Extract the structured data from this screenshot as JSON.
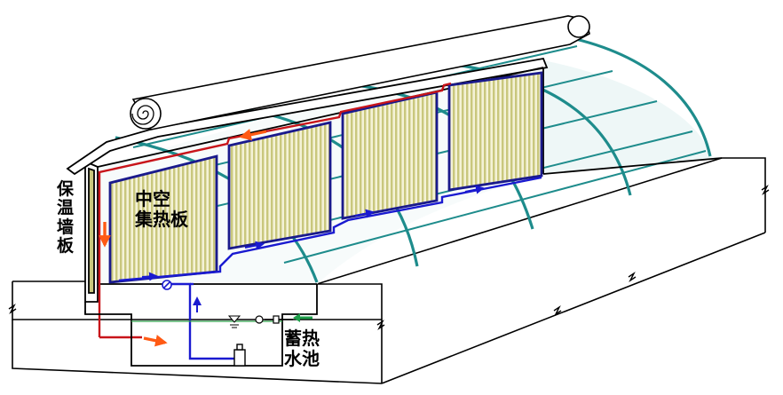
{
  "labels": {
    "wall": "保\n温\n墙\n板",
    "panel": "中空\n集热板",
    "tank": "蓄热\n水池"
  },
  "colors": {
    "frame": "#000000",
    "arch": "#1e8c8c",
    "arch_fill": "#eef7f7",
    "panel_border": "#1a1a8c",
    "panel_stripe_a": "#c9c77d",
    "panel_stripe_b": "#f4f2d6",
    "hot_pipe": "#c8141a",
    "cold_pipe": "#1a1ad0",
    "arrow_hot": "#ff5a14",
    "arrow_inlet": "#1e9e4a",
    "water_line": "#2fa24a"
  }
}
